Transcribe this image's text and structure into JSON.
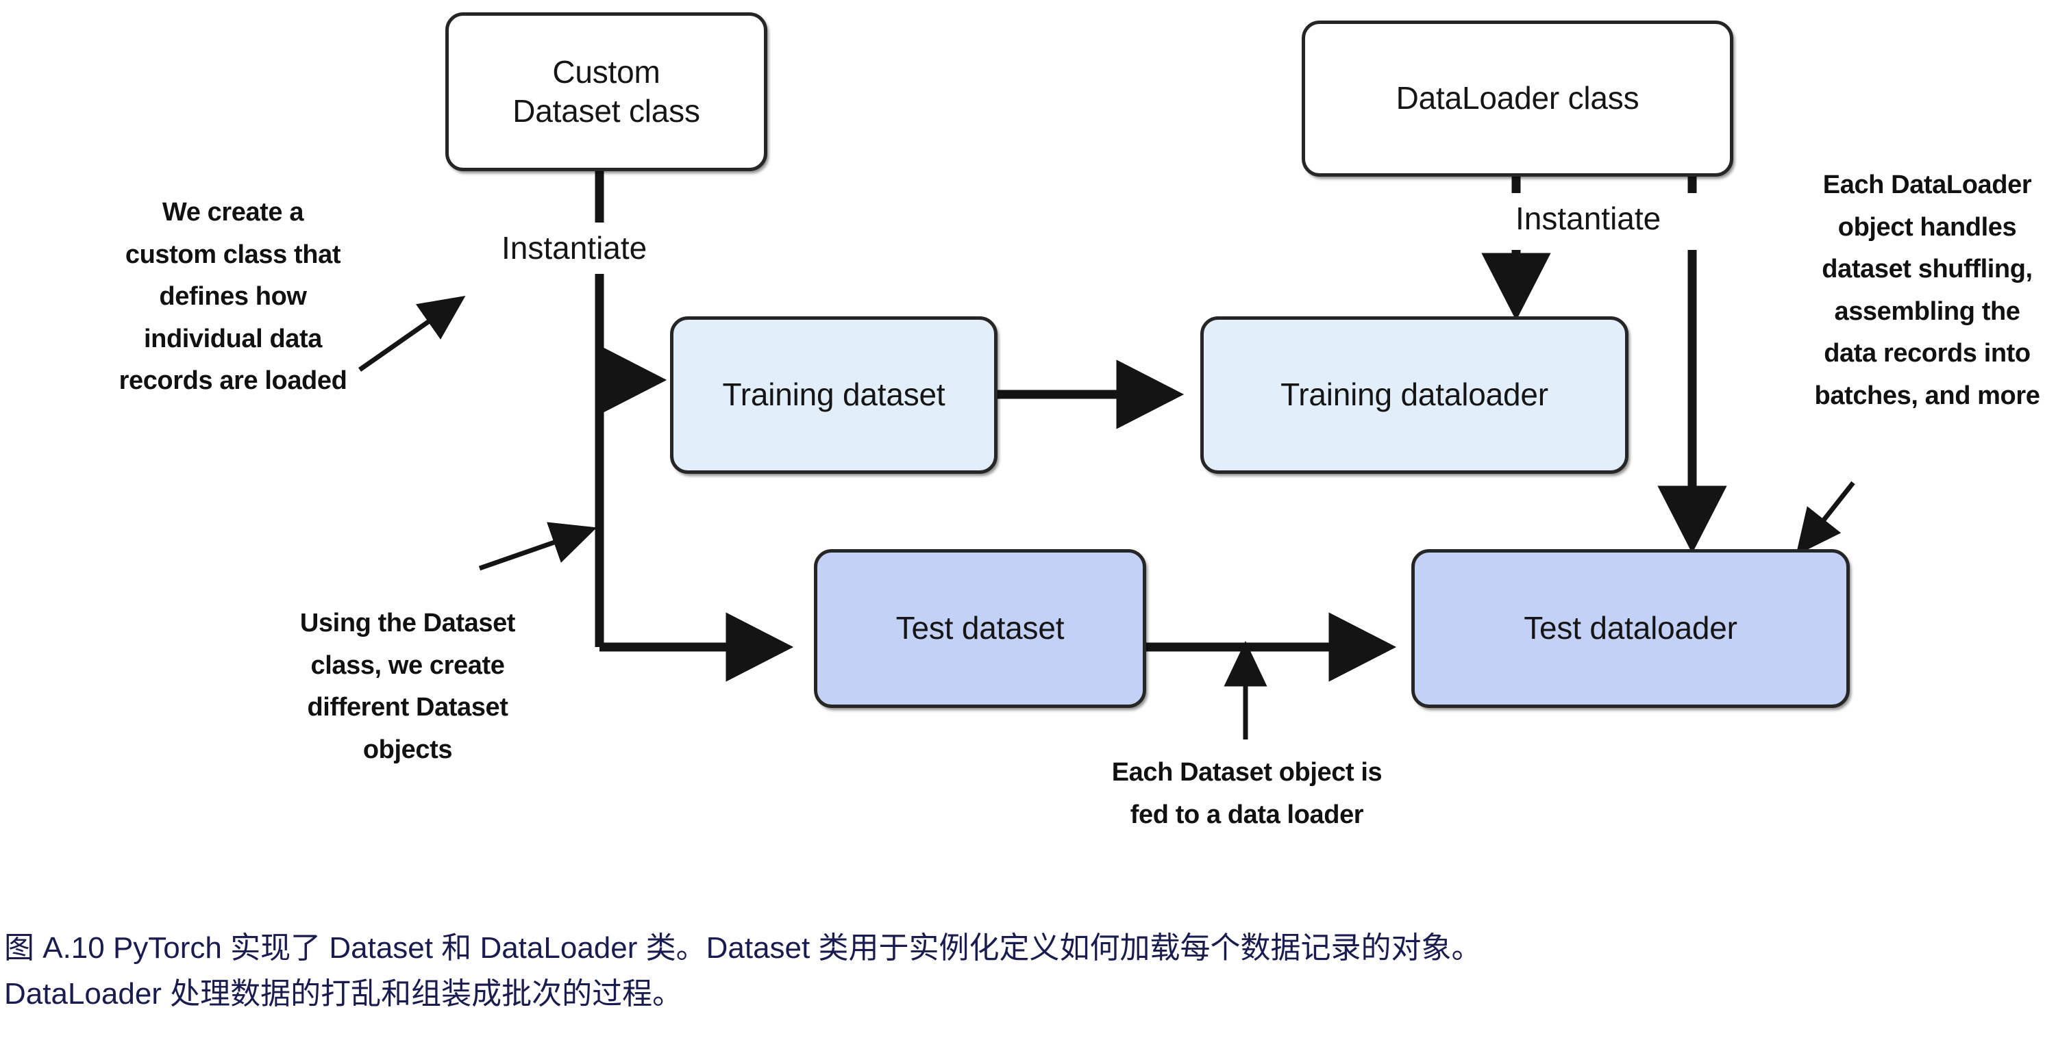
{
  "figure": {
    "nodes": [
      {
        "id": "custom-dataset-class",
        "name": "custom-dataset-class-box",
        "line1": "Custom",
        "line2": "Dataset class",
        "style": "plain"
      },
      {
        "id": "dataloader-class",
        "name": "dataloader-class-box",
        "line1": "DataLoader",
        "line2": "class",
        "style": "plain"
      },
      {
        "id": "training-dataset",
        "name": "training-dataset-box",
        "label": "Training dataset",
        "style": "light"
      },
      {
        "id": "training-dataloader",
        "name": "training-dataloader-box",
        "label": "Training dataloader",
        "style": "light"
      },
      {
        "id": "test-dataset",
        "name": "test-dataset-box",
        "label": "Test dataset",
        "style": "dark"
      },
      {
        "id": "test-dataloader",
        "name": "test-dataloader-box",
        "label": "Test dataloader",
        "style": "dark"
      }
    ],
    "edge_labels": {
      "instantiate_left": "Instantiate",
      "instantiate_right": "Instantiate"
    },
    "annotations": {
      "create_custom_class": "We create a\ncustom class that\ndefines how\nindividual data\nrecords are loaded",
      "using_dataset_class": "Using the Dataset\nclass, we create\ndifferent Dataset\nobjects",
      "each_dataloader": "Each DataLoader\nobject handles\ndataset shuffling,\nassembling the\ndata records into\nbatches, and more",
      "each_dataset_fed": "Each Dataset object is\nfed to a data loader"
    },
    "colors": {
      "stroke": "#262626",
      "light_fill": "#e2eefa",
      "dark_fill": "#c4d1f6",
      "caption_text": "#1a1c50",
      "annotation_text": "#111111"
    }
  },
  "caption": {
    "text": "图 A.10 PyTorch 实现了 Dataset 和 DataLoader 类。Dataset 类用于实例化定义如何加载每个数据记录的对象。\nDataLoader 处理数据的打乱和组装成批次的过程。"
  }
}
